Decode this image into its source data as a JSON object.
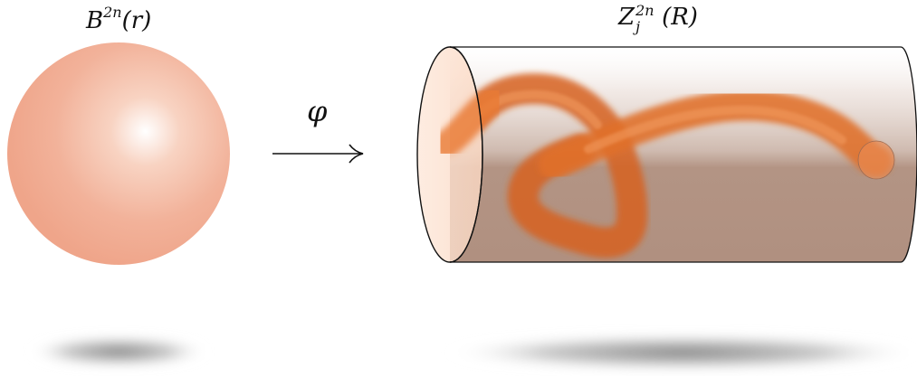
{
  "ball_label": {
    "base": "B",
    "sup": "2n",
    "arg": "(r)"
  },
  "cylinder_label": {
    "base": "Z",
    "sup": "2n",
    "sub": "j",
    "arg": "(R)"
  },
  "map_label": "φ",
  "colors": {
    "ball_light": "#fdf0ea",
    "ball_dark": "#f0a98c",
    "cylinder_body": "#b39484",
    "cylinder_cap": "#fde5d6",
    "tube": "#e5702a",
    "outline": "#111111",
    "shadow": "#8c8c8c"
  }
}
